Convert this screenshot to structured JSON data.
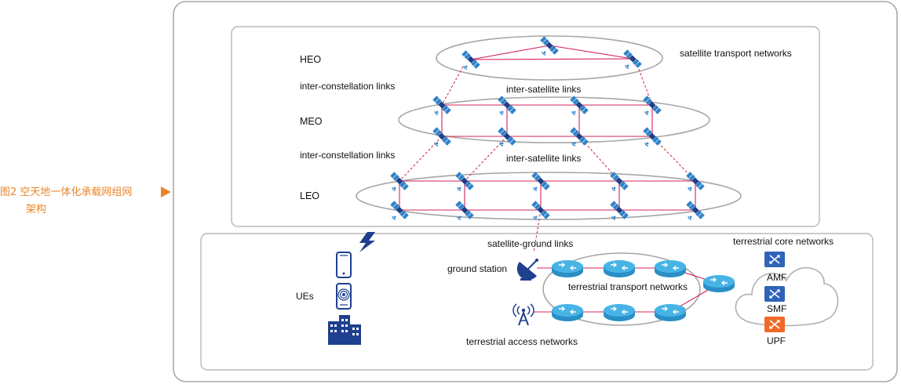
{
  "figure_caption": {
    "line1": "图2 空天地一体化承载网组网",
    "line2": "架构"
  },
  "orbits": {
    "heo": "HEO",
    "meo": "MEO",
    "leo": "LEO"
  },
  "links": {
    "inter_constellation_1": "inter-constellation links",
    "inter_constellation_2": "inter-constellation links",
    "inter_satellite_1": "inter-satellite links",
    "inter_satellite_2": "inter-satellite links",
    "satellite_transport": "satellite transport networks",
    "satellite_ground": "satellite-ground links"
  },
  "ground": {
    "ground_station": "ground station",
    "ues": "UEs",
    "terrestrial_transport": "terrestrial transport networks",
    "terrestrial_access": "terrestrial access networks",
    "terrestrial_core": "terrestrial core networks"
  },
  "core_functions": [
    "AMF",
    "SMF",
    "UPF"
  ],
  "colors": {
    "link_red": "#d4235a",
    "dashed_red": "#c8203f",
    "router_blue": "#3aa6dc",
    "icon_blue": "#1f3f8f",
    "upf_orange": "#ef6a2a",
    "caption_orange": "#e8852b",
    "frame_gray": "#b0b0b0"
  }
}
